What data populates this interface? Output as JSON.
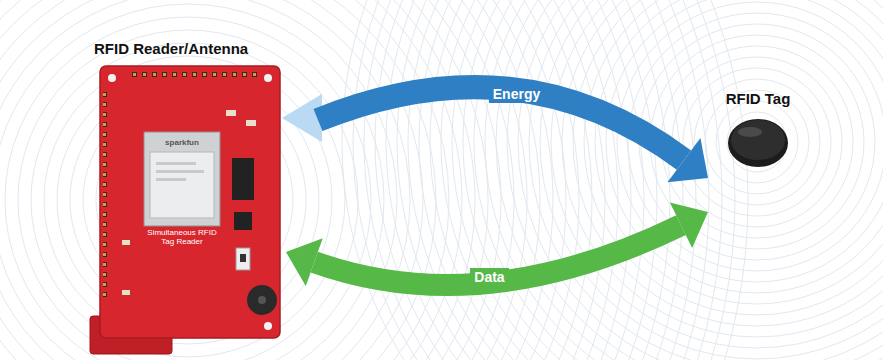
{
  "diagram": {
    "nodes": [
      {
        "text": [
          "RFID Reader/Antenna"
        ]
      },
      {
        "text": [
          "RFID Tag"
        ]
      }
    ],
    "edges": [
      {
        "from": 0,
        "to": 1,
        "arrow": "to",
        "label": "Energy"
      },
      {
        "from": 0,
        "to": 1,
        "arrow": "both",
        "label": "Data"
      }
    ],
    "labels": [
      "sparkfun",
      "Simultaneous RFID Tag Reader"
    ]
  }
}
